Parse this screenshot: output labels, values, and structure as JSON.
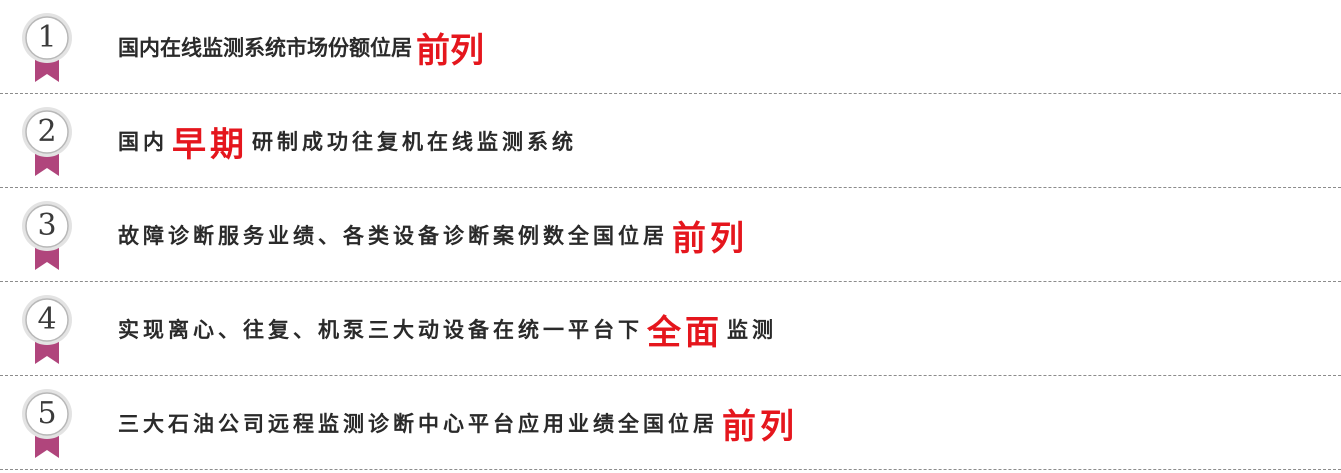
{
  "colors": {
    "highlight": "#e5161d",
    "text": "#2a2a2a",
    "ribbon": "#b0457c",
    "divider": "#8c8c8c"
  },
  "items": [
    {
      "number": "1",
      "before": "国内在线监测系统市场份额位居",
      "highlight": "前列",
      "after": ""
    },
    {
      "number": "2",
      "before": "国内",
      "highlight": "早期",
      "after": "研制成功往复机在线监测系统"
    },
    {
      "number": "3",
      "before": "故障诊断服务业绩、各类设备诊断案例数全国位居",
      "highlight": "前列",
      "after": ""
    },
    {
      "number": "4",
      "before": "实现离心、往复、机泵三大动设备在统一平台下",
      "highlight": "全面",
      "after": "监测"
    },
    {
      "number": "5",
      "before": "三大石油公司远程监测诊断中心平台应用业绩全国位居",
      "highlight": "前列",
      "after": ""
    }
  ]
}
